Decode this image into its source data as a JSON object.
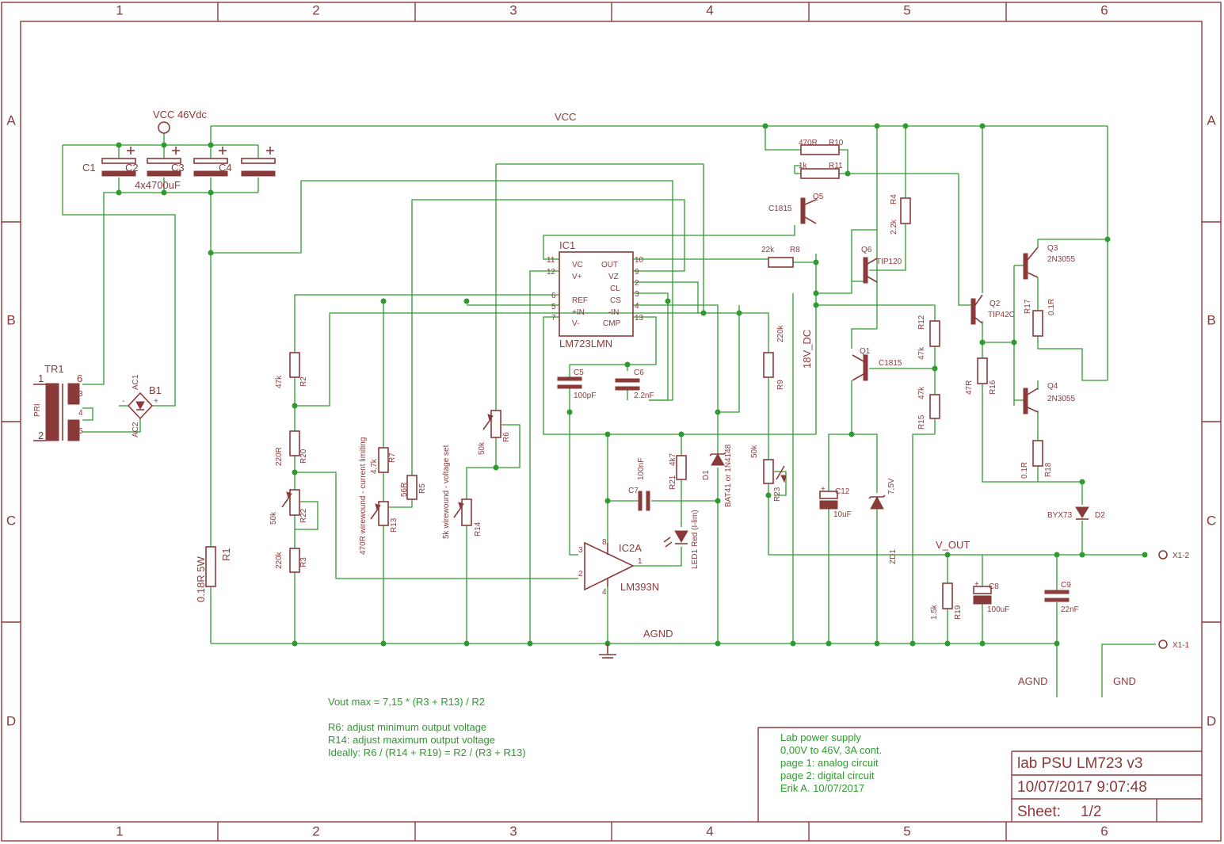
{
  "frame": {
    "columns": [
      "1",
      "2",
      "3",
      "4",
      "5",
      "6"
    ],
    "rows": [
      "A",
      "B",
      "C",
      "D"
    ]
  },
  "nets": {
    "vcc_supply": "VCC 46Vdc",
    "vcc": "VCC",
    "agnd": "AGND",
    "v_out": "V_OUT",
    "v18": "18V_DC",
    "agnd_conn": "AGND",
    "gnd_conn": "GND"
  },
  "parts": {
    "tr1": "TR1",
    "tr1_pri": "PRI",
    "tr1_p1": "1",
    "tr1_p2": "2",
    "tr1_s6": "6",
    "tr1_s3": "3",
    "tr1_s4": "4",
    "tr1_s5": "5",
    "b1": "B1",
    "b1_ac1": "AC1",
    "b1_ac2": "AC2",
    "b1_minus": "-",
    "b1_plus": "+",
    "c1": "C1",
    "c2": "C2",
    "c3": "C3",
    "c4": "C4",
    "cap_bank": "4x4700uF",
    "r1": "R1",
    "r1_val": "0.18R 5W",
    "r2": "R2",
    "r2_val": "47k",
    "r20": "R20",
    "r20_val": "220R",
    "r22": "R22",
    "r22_val": "50k",
    "r3": "R3",
    "r3_val": "220k",
    "r7": "R7",
    "r7_val": "4,7k",
    "r5": "R5",
    "r5_val": "56R",
    "r13": "R13",
    "r13_val": "470R wirewound - current limiting",
    "r14": "R14",
    "r14_val": "5k wirewound - voltage set",
    "r6": "R6",
    "r6_val": "50k",
    "ic1": "IC1",
    "ic1_part": "LM723LMN",
    "ic1_pins_left": [
      {
        "num": "11",
        "name": "VC"
      },
      {
        "num": "12",
        "name": "V+"
      },
      {
        "num": "6",
        "name": "REF"
      },
      {
        "num": "5",
        "name": "+IN"
      },
      {
        "num": "7",
        "name": "V-"
      }
    ],
    "ic1_pins_right": [
      {
        "num": "10",
        "name": "OUT"
      },
      {
        "num": "9",
        "name": "VZ"
      },
      {
        "num": "2",
        "name": "CL"
      },
      {
        "num": "3",
        "name": "CS"
      },
      {
        "num": "4",
        "name": "-IN"
      },
      {
        "num": "13",
        "name": "CMP"
      }
    ],
    "c5": "C5",
    "c5_val": "100pF",
    "c6": "C6",
    "c6_val": "2.2nF",
    "c7": "C7",
    "c7_val": "100nF",
    "r21": "R21",
    "r21_val": "4k7",
    "led1": "LED1",
    "led1_val": "Red (I-lim)",
    "d1": "D1",
    "d1_val": "BAT41 or 1N4148",
    "ic2": "IC2A",
    "ic2_part": "LM393N",
    "ic2_p3": "3",
    "ic2_p2": "2",
    "ic2_p1": "1",
    "ic2_p8": "8",
    "ic2_p4": "4",
    "r10": "R10",
    "r10_val": "470R",
    "r11": "R11",
    "r11_val": "1k",
    "q5": "Q5",
    "q5_val": "C1815",
    "r8": "R8",
    "r8_val": "22k",
    "r4": "R4",
    "r4_val": "2.2k",
    "q6": "Q6",
    "q6_val": "TIP120",
    "r9": "R9",
    "r9_val": "220k",
    "r23": "R23",
    "r23_val": "50k",
    "q1": "Q1",
    "q1_val": "C1815",
    "r12": "R12",
    "r12_val": "47k",
    "r15": "R15",
    "r15_val": "47k",
    "c12": "C12",
    "c12_val": "10uF",
    "zd1": "ZD1",
    "zd1_val": "7,5V",
    "q2": "Q2",
    "q2_val": "TIP42C",
    "r16": "R16",
    "r16_val": "47R",
    "q3": "Q3",
    "q3_val": "2N3055",
    "q4": "Q4",
    "q4_val": "2N3055",
    "r17": "R17",
    "r17_val": "0.1R",
    "r18": "R18",
    "r18_val": "0.1R",
    "d2": "D2",
    "d2_val": "BYX73",
    "r19": "R19",
    "r19_val": "1.5k",
    "c8": "C8",
    "c8_val": "100uF",
    "c9": "C9",
    "c9_val": "22nF",
    "x1_2": "X1-2",
    "x1_1": "X1-1"
  },
  "notes": [
    "Vout max = 7,15 * (R3 + R13) / R2",
    "",
    "R6: adjust minimum output voltage",
    "R14: adjust maximum output voltage",
    "Ideally: R6 / (R14 + R19) = R2 / (R3 + R13)"
  ],
  "description": [
    "Lab power supply",
    "0,00V to 46V, 3A cont.",
    "page 1: analog circuit",
    "page 2: digital circuit",
    "Erik A. 10/07/2017"
  ],
  "title_block": {
    "title": "lab PSU LM723 v3",
    "date": "10/07/2017 9:07:48",
    "sheet_label": "Sheet:",
    "sheet_value": "1/2"
  },
  "colors": {
    "frame": "#8b3a3a",
    "wire": "#2f9a2f",
    "background": "#ffffff"
  }
}
